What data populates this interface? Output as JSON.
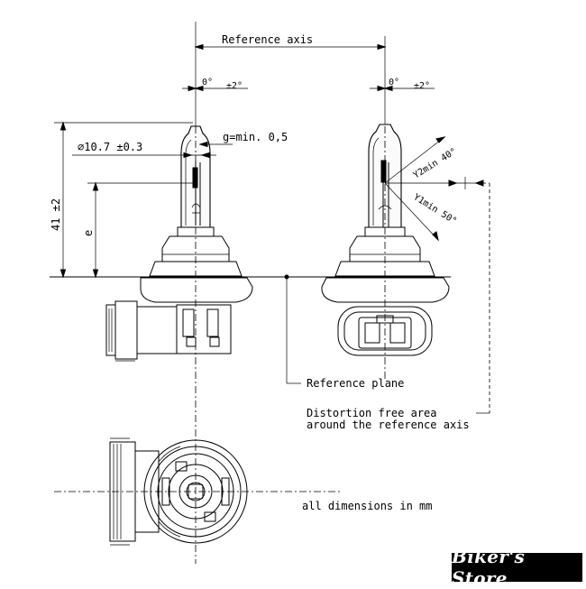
{
  "labels": {
    "reference_axis": "Reference axis",
    "angle_left_zero": "0°",
    "angle_left_tol": "±2°",
    "angle_right_zero": "0°",
    "angle_right_tol": "±2°",
    "g_min": "g=min. 0,5",
    "diameter": "∅10.7 ±0.3",
    "height": "41 ±2",
    "e": "e",
    "y2min": "Y2min 40°",
    "y1min": "Y1min 50°",
    "reference_plane": "Reference plane",
    "distortion_line1": "Distortion free area",
    "distortion_line2": "around the reference axis",
    "all_dimensions": "all dimensions in mm"
  },
  "brand": {
    "text": "Biker's Store"
  }
}
